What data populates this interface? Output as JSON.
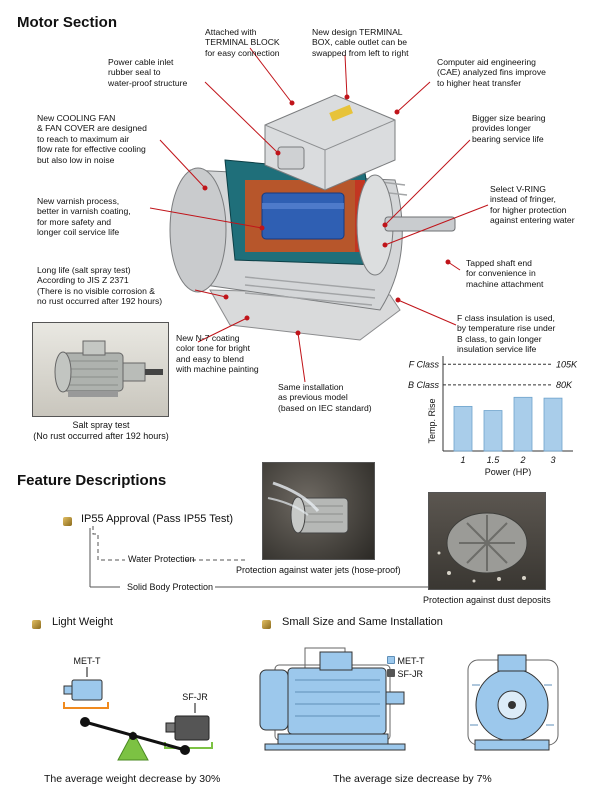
{
  "titles": {
    "motor_section": "Motor Section",
    "feature_descriptions": "Feature Descriptions"
  },
  "annotations": {
    "terminal_block": "Attached with\nTERMINAL BLOCK\nfor easy connection",
    "terminal_box": "New design TERMINAL\nBOX, cable outlet can be\nswapped from left to right",
    "power_cable": "Power cable inlet\nrubber seal to\nwater-proof structure",
    "cae": "Computer aid engineering\n(CAE) analyzed fins improve\nto higher heat transfer",
    "cooling_fan": "New COOLING FAN\n& FAN COVER are designed\nto reach to maximum air\nflow rate for effective cooling\nbut also low in noise",
    "bearing": "Bigger size bearing\nprovides longer\nbearing service life",
    "v_ring": "Select V-RING\ninstead of fringer,\nfor higher protection\nagainst entering water",
    "varnish": "New varnish process,\nbetter in varnish coating,\nfor more safety and\nlonger coil service life",
    "shaft": "Tapped shaft end\nfor convenience in\nmachine attachment",
    "salt_life": "Long life (salt spray test)\nAccording to JIS Z 2371\n(There is no visible corrosion &\nno rust occurred after 192 hours)",
    "f_class": "F class insulation is used,\nby temperature rise under\nB class, to gain longer\ninsulation service life",
    "coating": "New N-7 coating\ncolor tone for bright\nand easy to blend\nwith machine painting",
    "installation": "Same installation\nas previous model\n(based on IEC standard)",
    "salt_caption": "Salt spray test\n(No rust occurred after 192 hours)"
  },
  "chart_data": {
    "type": "bar",
    "categories": [
      "1",
      "1.5",
      "2",
      "3"
    ],
    "values": [
      54,
      49,
      65,
      64
    ],
    "xlabel": "Power (HP)",
    "ylabel": "Temp. Rise",
    "ylim": [
      0,
      115
    ],
    "reference_lines": [
      {
        "label": "F Class",
        "value": 105,
        "value_label": "105K"
      },
      {
        "label": "B Class",
        "value": 80,
        "value_label": "80K"
      }
    ],
    "color": "#a9cdea",
    "grid": false
  },
  "features": {
    "ip55": "IP55 Approval (Pass IP55 Test)",
    "water_protection": "Water Protection",
    "solid_body": "Solid Body Protection",
    "water_jet_caption": "Protection against water jets (hose-proof)",
    "dust_caption": "Protection against dust deposits",
    "light_weight": "Light Weight",
    "small_size": "Small Size and Same Installation",
    "met_t": "MET-T",
    "sf_jr": "SF-JR",
    "weight_caption": "The average weight decrease by 30%",
    "size_caption": "The average size decrease by 7%"
  },
  "colors": {
    "met_t": "#9cc8ec",
    "sf_jr": "#555555",
    "leader": "#c0141a",
    "bullet": "#c79a2e"
  }
}
